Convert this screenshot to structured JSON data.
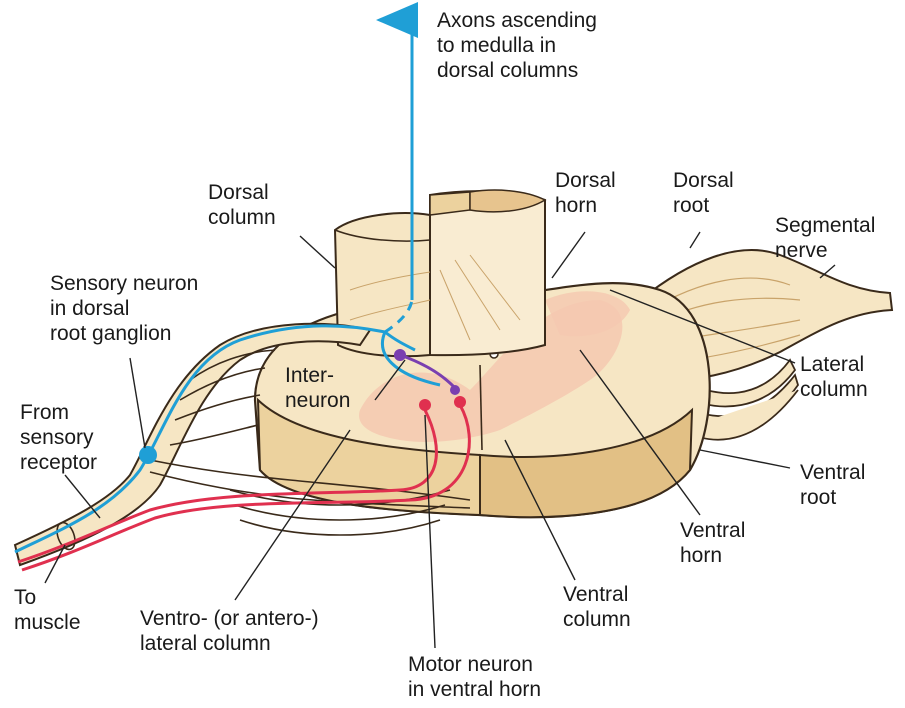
{
  "colors": {
    "sensory": "#1f9fd6",
    "motor": "#e0304f",
    "interneuron": "#7a3fb0",
    "tissue": "#f6e6c4",
    "tissue_dark": "#d9b77f",
    "gray_matter": "#f5c8b0",
    "outline": "#3a2a1a"
  },
  "labels": {
    "axons_ascending": [
      "Axons ascending",
      "to  medulla in",
      "dorsal columns"
    ],
    "dorsal_column": [
      "Dorsal",
      "column"
    ],
    "dorsal_horn": [
      "Dorsal",
      "horn"
    ],
    "dorsal_root": [
      "Dorsal",
      "root"
    ],
    "segmental_nerve": [
      "Segmental",
      "nerve"
    ],
    "sensory_neuron": [
      "Sensory neuron",
      "in dorsal",
      "root ganglion"
    ],
    "lateral_column": [
      "Lateral",
      "column"
    ],
    "interneuron": [
      "Inter-",
      "neuron"
    ],
    "from_receptor": [
      "From",
      "sensory",
      "receptor"
    ],
    "ventral_root": [
      "Ventral",
      "root"
    ],
    "ventral_horn": [
      "Ventral",
      "horn"
    ],
    "to_muscle": [
      "To",
      "muscle"
    ],
    "ventrolateral_column": [
      "Ventro- (or antero-)",
      "lateral column"
    ],
    "ventral_column": [
      "Ventral",
      "column"
    ],
    "motor_neuron": [
      "Motor neuron",
      "in ventral horn"
    ]
  }
}
